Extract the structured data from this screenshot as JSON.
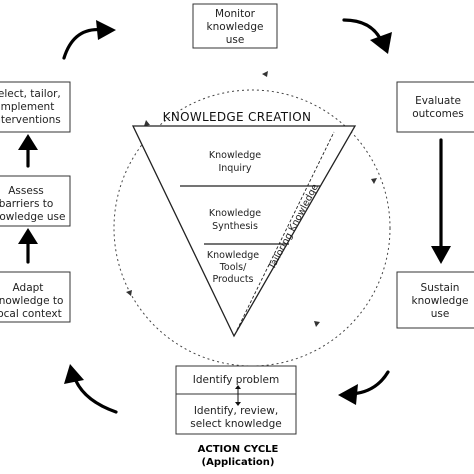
{
  "diagram": {
    "knowledge_creation": {
      "title": "KNOWLEDGE CREATION",
      "layers": [
        {
          "lines": [
            "Knowledge",
            "Inquiry"
          ]
        },
        {
          "lines": [
            "Knowledge",
            "Synthesis"
          ]
        },
        {
          "lines": [
            "Knowledge",
            "Tools/",
            "Products"
          ]
        }
      ],
      "tailoring_label": "Tailoring Knowledge"
    },
    "action_boxes": {
      "monitor": {
        "lines": [
          "Monitor",
          "knowledge",
          "use"
        ]
      },
      "evaluate": {
        "lines": [
          "Evaluate",
          "outcomes"
        ]
      },
      "sustain": {
        "lines": [
          "Sustain",
          "knowledge",
          "use"
        ]
      },
      "identify_problem": {
        "lines": [
          "Identify problem"
        ]
      },
      "identify_review": {
        "lines": [
          "Identify, review,",
          "select knowledge"
        ]
      },
      "adapt": {
        "lines": [
          "Adapt",
          "knowledge to",
          "local context"
        ]
      },
      "assess": {
        "lines": [
          "Assess",
          "barriers to",
          "knowledge use"
        ]
      },
      "select": {
        "lines": [
          "Select, tailor,",
          "implement",
          "interventions"
        ]
      }
    },
    "caption": {
      "line1": "ACTION CYCLE",
      "line2": "(Application)"
    },
    "colors": {
      "stroke": "#333333",
      "text": "#222222",
      "background": "#ffffff"
    }
  }
}
